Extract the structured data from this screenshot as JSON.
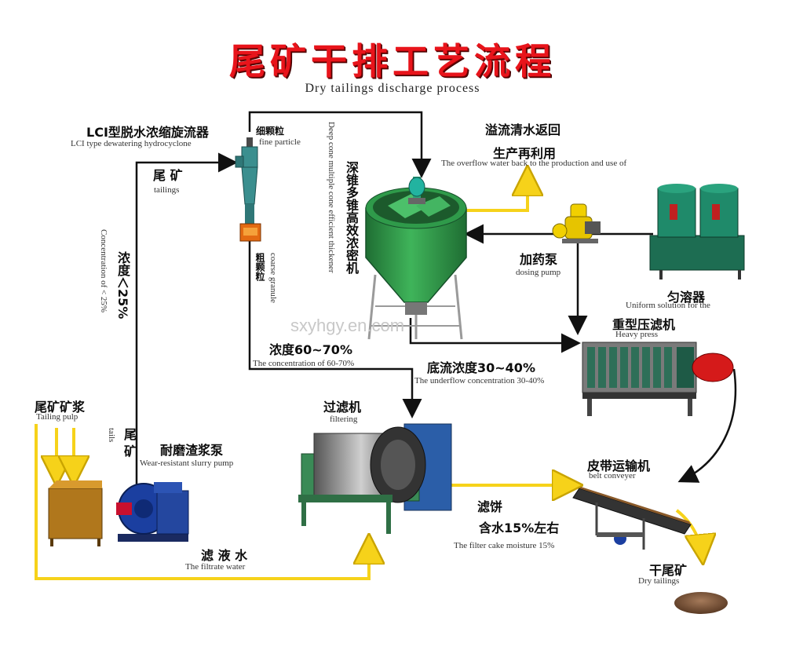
{
  "title": "尾矿干排工艺流程",
  "subtitle": "Dry tailings discharge process",
  "watermark": "sxyhgy.en.com",
  "labels": {
    "hydrocyclone_cn": "LCI型脱水浓缩旋流器",
    "hydrocyclone_en": "LCI type dewatering hydrocyclone",
    "fine_cn": "细颗粒",
    "fine_en": "fine particle",
    "coarse_cn": "粗颗粒",
    "coarse_en": "coarse granule",
    "thickener_cn": "深锥多锥高效浓密机",
    "thickener_en": "Deep cone multiple cone efficient thickener",
    "overflow_cn1": "溢流清水返回",
    "overflow_cn2": "生产再利用",
    "overflow_en": "The overflow water back to the production and use of",
    "tailings_top_cn": "尾 矿",
    "tailings_top_en": "tailings",
    "conc_lt25_cn": "浓度＜25%",
    "conc_lt25_en": "Concentration of < 25%",
    "conc_6070_cn": "浓度60~70%",
    "conc_6070_en": "The concentration of 60-70%",
    "dosing_cn": "加药泵",
    "dosing_en": "dosing pump",
    "uniform_cn": "匀溶器",
    "uniform_en": "Uniform solution for the",
    "press_cn": "重型压滤机",
    "press_en": "Heavy press",
    "underflow_cn": "底流浓度30~40%",
    "underflow_en": "The underflow concentration 30-40%",
    "pulp_cn": "尾矿矿浆",
    "pulp_en": "Tailing pulp",
    "tails_v_cn": "尾 矿",
    "tails_v_en": "tails",
    "pump_cn": "耐磨渣浆泵",
    "pump_en": "Wear-resistant slurry pump",
    "filter_cn": "过滤机",
    "filter_en": "filtering",
    "cake_cn1": "滤饼",
    "cake_cn2": "含水15%左右",
    "cake_en": "The filter cake moisture 15%",
    "filtrate_cn": "滤 液 水",
    "filtrate_en": "The filtrate water",
    "conveyor_cn": "皮带运输机",
    "conveyor_en": "belt conveyer",
    "dry_cn": "干尾矿",
    "dry_en": "Dry tailings"
  },
  "colors": {
    "title": "#e8141b",
    "yellow_flow": "#f6d21a",
    "black_flow": "#111111",
    "thickener_green": "#2f9a4a",
    "machine_green": "#2e6f58",
    "pump_blue": "#1b3fa0",
    "cyclone_teal": "#3b8f8f"
  }
}
